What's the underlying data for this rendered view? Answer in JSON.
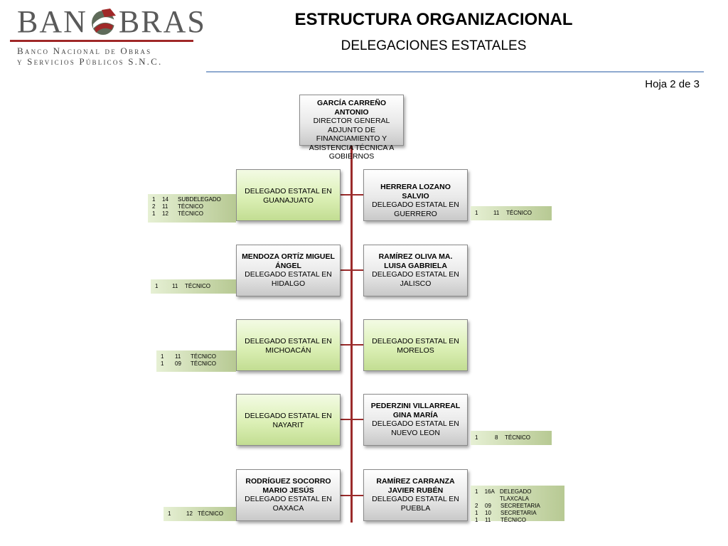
{
  "logo": {
    "word_left": "BAN",
    "word_right": "BRAS",
    "subline1": "Banco Nacional de Obras",
    "subline2": "y Servicios Públicos S.N.C."
  },
  "title": "ESTRUCTURA ORGANIZACIONAL",
  "subtitle": "DELEGACIONES ESTATALES",
  "sheet": "Hoja 2 de 3",
  "colors": {
    "connector": "#9b2b2b",
    "green_box": "#dcf0b6",
    "gray_box": "#e9e9e9",
    "header_rule": "#8faad0"
  },
  "root": {
    "name": "GARCÍA CARREÑO ANTONIO",
    "role": "DIRECTOR GENERAL ADJUNTO DE FINANCIAMIENTO Y ASISTENCIA TÉCNICA A GOBIERNOS"
  },
  "left": [
    {
      "name": "",
      "role": "DELEGADO ESTATAL EN GUANAJUATO"
    },
    {
      "name": "MENDOZA ORTÍZ MIGUEL ÁNGEL",
      "role": "DELEGADO ESTATAL EN HIDALGO"
    },
    {
      "name": "",
      "role": "DELEGADO ESTATAL EN MICHOACÁN"
    },
    {
      "name": "",
      "role": "DELEGADO ESTATAL EN NAYARIT"
    },
    {
      "name": "RODRÍGUEZ SOCORRO MARIO JESÚS",
      "role": "DELEGADO ESTATAL EN OAXACA"
    }
  ],
  "right": [
    {
      "name": "HERRERA LOZANO SALVIO",
      "role": "DELEGADO ESTATAL EN GUERRERO"
    },
    {
      "name": "RAMÍREZ OLIVA MA. LUISA GABRIELA",
      "role": "DELEGADO ESTATAL EN JALISCO"
    },
    {
      "name": "",
      "role": "DELEGADO ESTATAL EN MORELOS"
    },
    {
      "name": "PEDERZINI VILLARREAL GINA MARÍA",
      "role": "DELEGADO ESTATAL EN NUEVO LEON"
    },
    {
      "name": "RAMÍREZ CARRANZA JAVIER RUBÉN",
      "role": "DELEGADO ESTATAL EN PUEBLA"
    }
  ],
  "tags": {
    "guanajuato": [
      {
        "n": "1",
        "code": "14",
        "pos": "SUBDELEGADO"
      },
      {
        "n": "2",
        "code": "11",
        "pos": "TÉCNICO"
      },
      {
        "n": "1",
        "code": "12",
        "pos": "TÉCNICO"
      }
    ],
    "guerrero": [
      {
        "n": "1",
        "code": "11",
        "pos": "TÉCNICO"
      }
    ],
    "hidalgo": [
      {
        "n": "1",
        "code": "11",
        "pos": "TÉCNICO"
      }
    ],
    "michoacan": [
      {
        "n": "1",
        "code": "11",
        "pos": "TÉCNICO"
      },
      {
        "n": "1",
        "code": "09",
        "pos": "TÉCNICO"
      }
    ],
    "nuevo_leon": [
      {
        "n": "1",
        "code": "8",
        "pos": "TÉCNICO"
      }
    ],
    "oaxaca": [
      {
        "n": "1",
        "code": "12",
        "pos": "TÉCNICO"
      }
    ],
    "puebla": [
      {
        "n": "1",
        "code": "16A",
        "pos": "DELEGADO TLAXCALA"
      },
      {
        "n": "2",
        "code": "09",
        "pos": "SECREETARIA"
      },
      {
        "n": "1",
        "code": "10",
        "pos": "SECRETARIA"
      },
      {
        "n": "1",
        "code": "11",
        "pos": "TÉCNICO"
      }
    ]
  }
}
